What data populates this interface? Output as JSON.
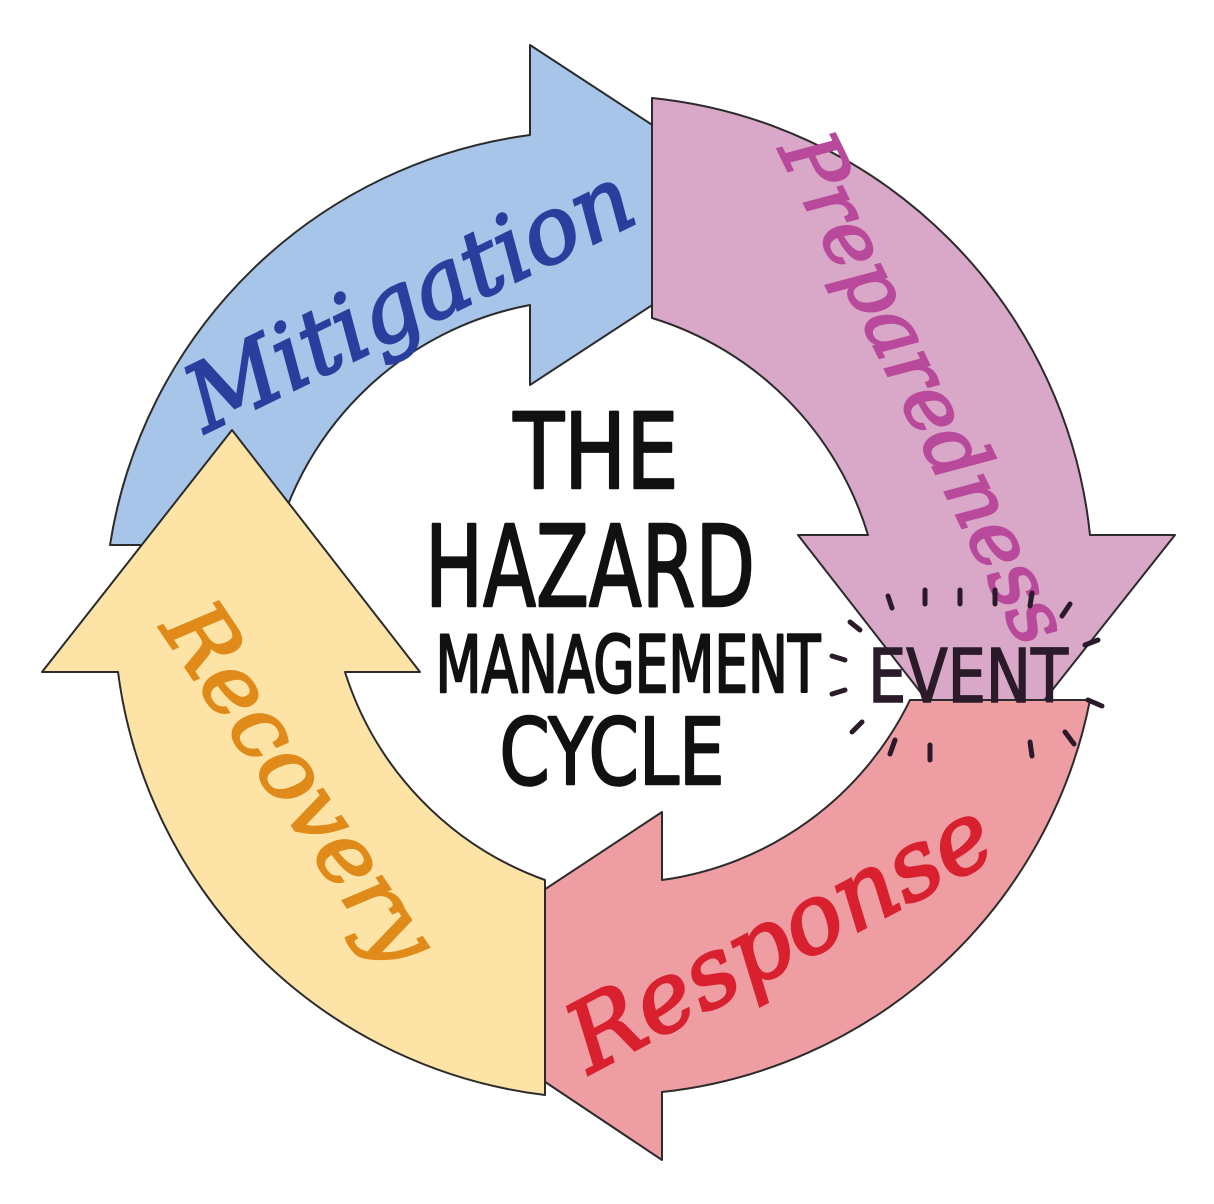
{
  "diagram": {
    "center_title": {
      "line1": "THE",
      "line2": "HAZARD",
      "line3": "MANAGEMENT",
      "line4": "CYCLE"
    },
    "stages": [
      {
        "id": "mitigation",
        "label": "Mitigation",
        "fill": "#a7c5e8",
        "text_color": "#2a3f9d"
      },
      {
        "id": "preparedness",
        "label": "Preparedness",
        "fill": "#d9a7c7",
        "text_color": "#b8499b"
      },
      {
        "id": "response",
        "label": "Response",
        "fill": "#ee9ea3",
        "text_color": "#d8202e"
      },
      {
        "id": "recovery",
        "label": "Recovery",
        "fill": "#fde4a6",
        "text_color": "#e08a1a"
      }
    ],
    "event": {
      "label": "EVENT",
      "color": "#2a1a2a"
    }
  }
}
